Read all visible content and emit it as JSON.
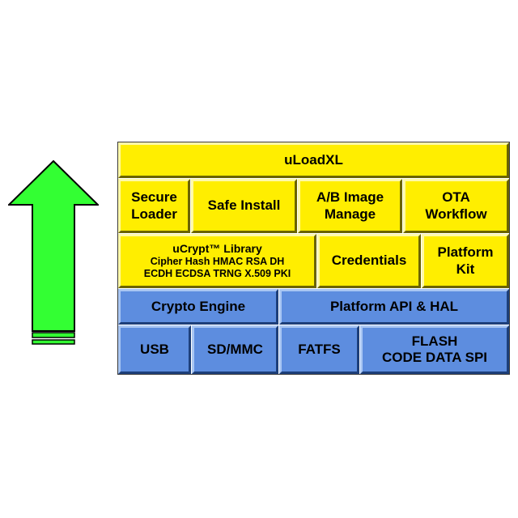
{
  "diagram": {
    "top_bar": "uLoadXL",
    "row2": [
      {
        "id": "secure-loader",
        "lines": [
          "Secure",
          "Loader"
        ]
      },
      {
        "id": "safe-install",
        "lines": [
          "Safe Install"
        ]
      },
      {
        "id": "ab-image-manage",
        "lines": [
          "A/B Image",
          "Manage"
        ]
      },
      {
        "id": "ota-workflow",
        "lines": [
          "OTA",
          "Workflow"
        ]
      }
    ],
    "row3": [
      {
        "id": "ucrypt-library",
        "lines": [
          "uCrypt™ Library",
          "Cipher Hash HMAC RSA DH",
          "ECDH ECDSA TRNG X.509 PKI"
        ]
      },
      {
        "id": "credentials",
        "lines": [
          "Credentials"
        ]
      },
      {
        "id": "platform-kit",
        "lines": [
          "Platform",
          "Kit"
        ]
      }
    ],
    "row4": [
      {
        "id": "crypto-engine",
        "lines": [
          "Crypto Engine"
        ]
      },
      {
        "id": "platform-api-hal",
        "lines": [
          "Platform API & HAL"
        ]
      }
    ],
    "row5": [
      {
        "id": "usb",
        "lines": [
          "USB"
        ]
      },
      {
        "id": "sd-mmc",
        "lines": [
          "SD/MMC"
        ]
      },
      {
        "id": "fatfs",
        "lines": [
          "FATFS"
        ]
      },
      {
        "id": "flash",
        "lines": [
          "FLASH",
          "CODE DATA SPI"
        ]
      }
    ]
  },
  "colors": {
    "yellow": "#ffee00",
    "blue": "#5d8ddf",
    "arrow_green": "#33ff33"
  },
  "icons": {
    "arrow": "up-arrow-icon"
  }
}
